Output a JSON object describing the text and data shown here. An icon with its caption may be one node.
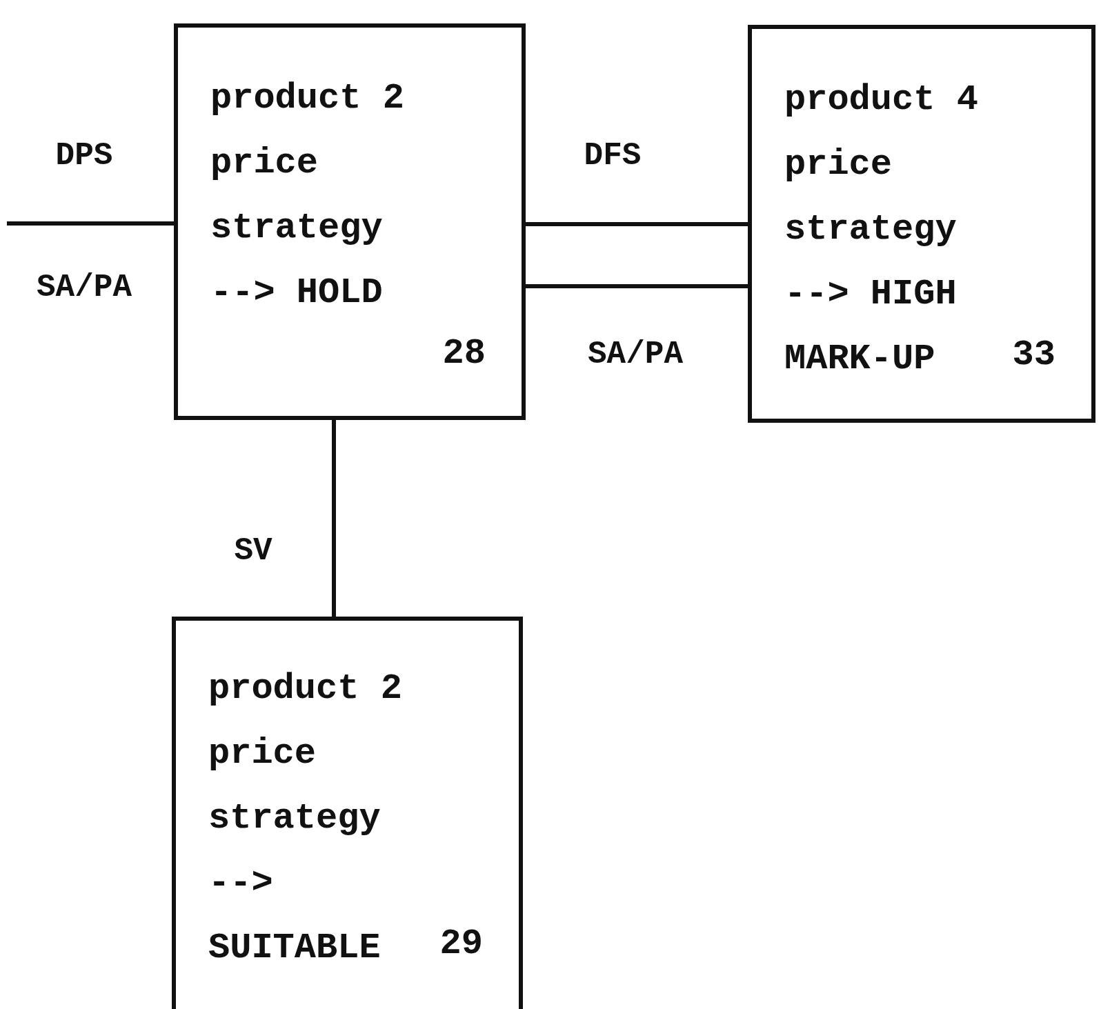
{
  "diagram": {
    "nodes": [
      {
        "text": [
          "product 2 price strategy --> HOLD",
          "28"
        ]
      },
      {
        "text": [
          "product 4 price strategy --> HIGH MARK-UP",
          "33"
        ]
      },
      {
        "text": [
          "product 2 price strategy --> SUITABLE",
          "29"
        ]
      }
    ],
    "edges": [
      {
        "from": null,
        "to": 0,
        "arrow": "none"
      },
      {
        "from": 0,
        "to": 1,
        "arrow": "none",
        "label": "DFS"
      },
      {
        "from": 1,
        "to": 0,
        "arrow": "none",
        "label": "SA/PA"
      },
      {
        "from": 0,
        "to": 2,
        "arrow": "none",
        "label": "SV"
      }
    ],
    "labels": [
      "DPS",
      "SA/PA"
    ]
  }
}
